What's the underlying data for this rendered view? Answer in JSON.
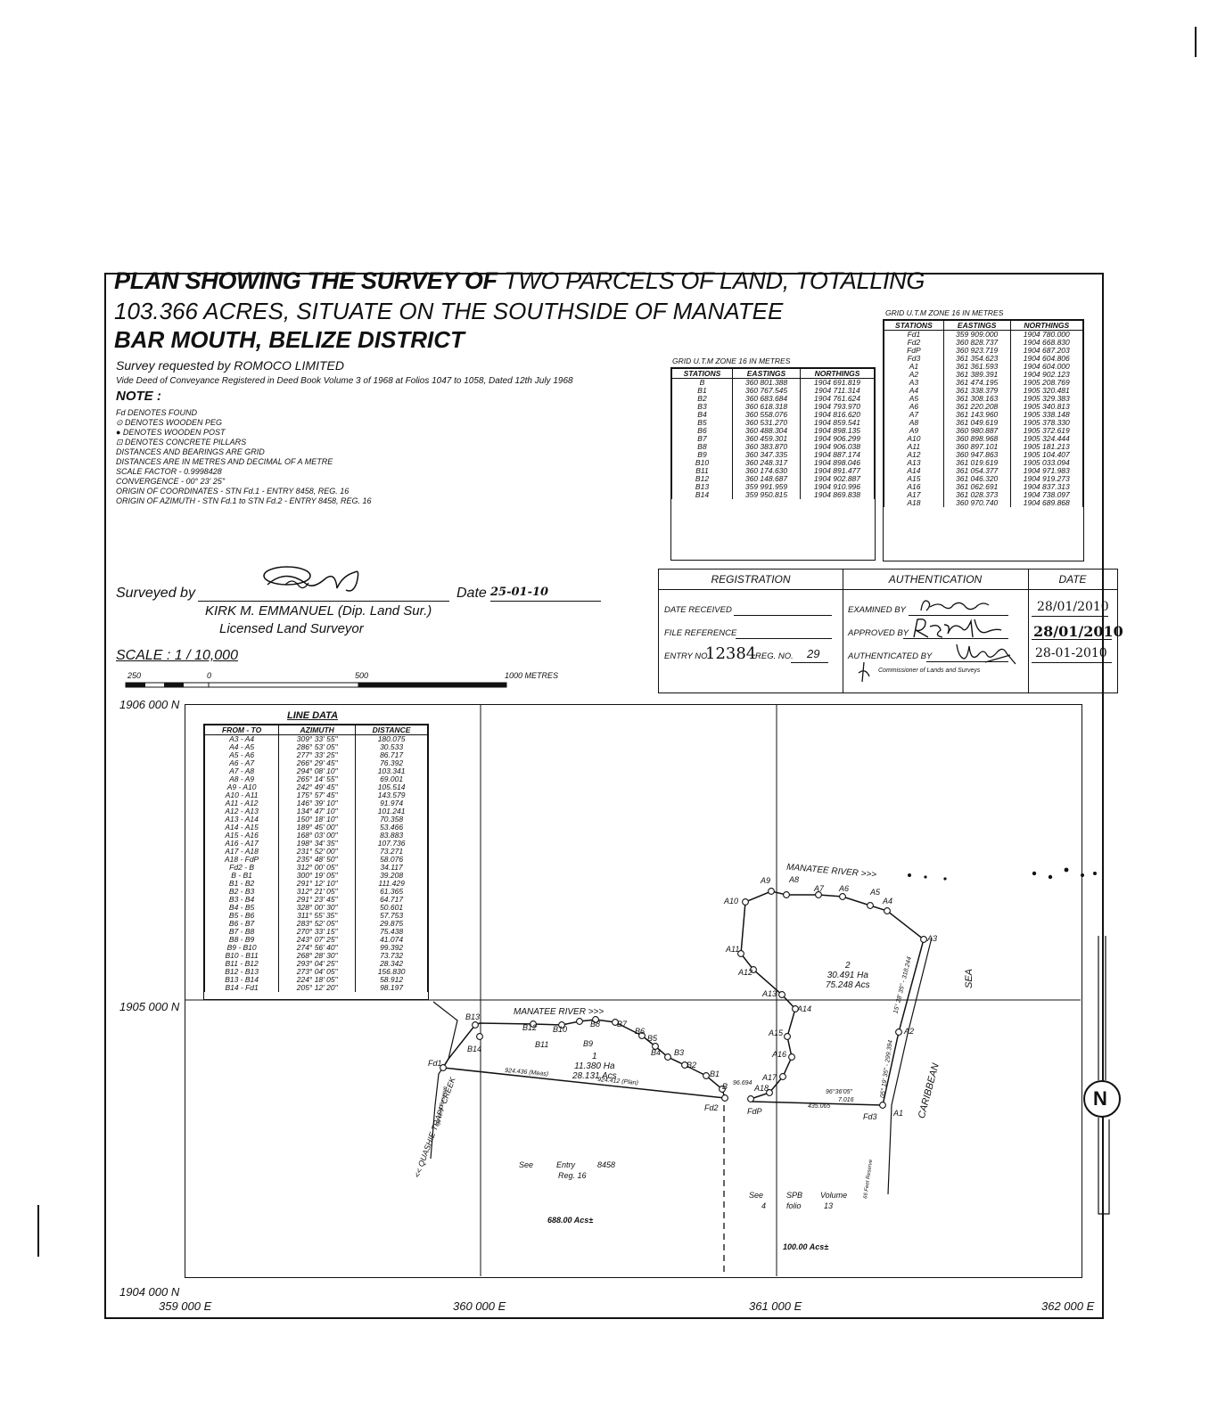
{
  "title": {
    "line1_bold": "PLAN SHOWING THE SURVEY OF",
    "line1_rest": "TWO PARCELS OF LAND, TOTALLING",
    "line2": "103.366 ACRES, SITUATE ON THE SOUTHSIDE OF MANATEE",
    "line3": "BAR MOUTH, BELIZE DISTRICT",
    "requested": "Survey requested by ROMOCO LIMITED",
    "deed": "Vide Deed of Conveyance Registered in Deed Book Volume 3 of 1968 at Folios 1047 to 1058, Dated 12th July 1968"
  },
  "note": {
    "heading": "NOTE :",
    "lines": [
      "Fd    DENOTES FOUND",
      "⊙    DENOTES WOODEN PEG",
      "●    DENOTES WOODEN POST",
      "⊡    DENOTES CONCRETE PILLARS",
      "DISTANCES AND BEARINGS ARE GRID",
      "DISTANCES ARE IN METRES AND DECIMAL OF A METRE",
      "SCALE FACTOR - 0.9998428",
      "CONVERGENCE - 00° 23' 25\"",
      "ORIGIN OF COORDINATES - STN Fd.1 - ENTRY 8458, REG. 16",
      "ORIGIN OF AZIMUTH - STN Fd.1 to STN Fd.2 - ENTRY 8458, REG. 16"
    ]
  },
  "grid_b": {
    "caption": "GRID U.T.M ZONE 16 IN METRES",
    "headers": [
      "STATIONS",
      "EASTINGS",
      "NORTHINGS"
    ],
    "rows": [
      [
        "B",
        "360 801.388",
        "1904 691.819"
      ],
      [
        "B1",
        "360 767.545",
        "1904 711.314"
      ],
      [
        "B2",
        "360 683.684",
        "1904 761.624"
      ],
      [
        "B3",
        "360 618.318",
        "1904 793.970"
      ],
      [
        "B4",
        "360 558.076",
        "1904 816.620"
      ],
      [
        "B5",
        "360 531.270",
        "1904 859.541"
      ],
      [
        "B6",
        "360 488.304",
        "1904 898.135"
      ],
      [
        "B7",
        "360 459.301",
        "1904 906.299"
      ],
      [
        "B8",
        "360 383.870",
        "1904 906.038"
      ],
      [
        "B9",
        "360 347.335",
        "1904 887.174"
      ],
      [
        "B10",
        "360 248.317",
        "1904 898.046"
      ],
      [
        "B11",
        "360 174.630",
        "1904 891.477"
      ],
      [
        "B12",
        "360 148.687",
        "1904 902.887"
      ],
      [
        "B13",
        "359 991.959",
        "1904 910.996"
      ],
      [
        "B14",
        "359 950.815",
        "1904 869.838"
      ]
    ]
  },
  "grid_a": {
    "caption": "GRID U.T.M ZONE 16 IN METRES",
    "headers": [
      "STATIONS",
      "EASTINGS",
      "NORTHINGS"
    ],
    "rows": [
      [
        "Fd1",
        "359 909.000",
        "1904 780.000"
      ],
      [
        "Fd2",
        "360 828.737",
        "1904 668.830"
      ],
      [
        "FdP",
        "360 923.719",
        "1904 687.203"
      ],
      [
        "Fd3",
        "361 354.623",
        "1904 604.806"
      ],
      [
        "A1",
        "361 361.593",
        "1904 604.000"
      ],
      [
        "A2",
        "361 389.391",
        "1904 902.123"
      ],
      [
        "A3",
        "361 474.195",
        "1905 208.769"
      ],
      [
        "A4",
        "361 338.379",
        "1905 320.481"
      ],
      [
        "A5",
        "361 308.163",
        "1905 329.383"
      ],
      [
        "A6",
        "361 220.208",
        "1905 340.813"
      ],
      [
        "A7",
        "361 143.960",
        "1905 338.148"
      ],
      [
        "A8",
        "361 049.619",
        "1905 378.330"
      ],
      [
        "A9",
        "360 980.887",
        "1905 372.619"
      ],
      [
        "A10",
        "360 898.968",
        "1905 324.444"
      ],
      [
        "A11",
        "360 897.101",
        "1905 181.213"
      ],
      [
        "A12",
        "360 947.863",
        "1905 104.407"
      ],
      [
        "A13",
        "361 019.619",
        "1905 033.094"
      ],
      [
        "A14",
        "361 054.377",
        "1904 971.983"
      ],
      [
        "A15",
        "361 046.320",
        "1904 919.273"
      ],
      [
        "A16",
        "361 062.691",
        "1904 837.313"
      ],
      [
        "A17",
        "361 028.373",
        "1904 738.097"
      ],
      [
        "A18",
        "360 970.740",
        "1904 689.868"
      ]
    ]
  },
  "surveyor": {
    "surveyed_by": "Surveyed by",
    "date_label": "Date",
    "date": "25-01-10",
    "name": "KIRK M. EMMANUEL (Dip. Land Sur.)",
    "title": "Licensed Land Surveyor"
  },
  "scale": {
    "label": "SCALE  :  1 / 10,000",
    "ticks": [
      "250",
      "0",
      "500",
      "1000 METRES"
    ]
  },
  "registration": {
    "headers": [
      "REGISTRATION",
      "AUTHENTICATION",
      "DATE"
    ],
    "date_received": "DATE RECEIVED",
    "file_reference": "FILE REFERENCE",
    "entry_no_label": "ENTRY NO.",
    "entry_no": "12384",
    "reg_no_label": "REG. NO.",
    "reg_no": "29",
    "examined_by": "EXAMINED BY",
    "approved_by": "APPROVED BY",
    "authenticated_by": "AUTHENTICATED BY",
    "commissioner": "Commissioner of Lands and Surveys",
    "dates": [
      "28/01/2010",
      "28/01/2010",
      "28-01-2010"
    ]
  },
  "line_data": {
    "title": "LINE DATA",
    "headers": [
      "FROM - TO",
      "AZIMUTH",
      "DISTANCE"
    ],
    "rows": [
      [
        "A3 - A4",
        "309° 33' 55\"",
        "180.075"
      ],
      [
        "A4 - A5",
        "286° 53' 05\"",
        "30.533"
      ],
      [
        "A5 - A6",
        "277° 33' 25\"",
        "86.717"
      ],
      [
        "A6 - A7",
        "266° 29' 45\"",
        "76.392"
      ],
      [
        "A7 - A8",
        "294° 08' 10\"",
        "103.341"
      ],
      [
        "A8 - A9",
        "265° 14' 55\"",
        "69.001"
      ],
      [
        "A9 - A10",
        "242° 49' 45\"",
        "105.514"
      ],
      [
        "A10 - A11",
        "175° 57' 45\"",
        "143.579"
      ],
      [
        "A11 - A12",
        "146° 39' 10\"",
        "91.974"
      ],
      [
        "A12 - A13",
        "134° 47' 10\"",
        "101.241"
      ],
      [
        "A13 - A14",
        "150° 18' 10\"",
        "70.358"
      ],
      [
        "A14 - A15",
        "189° 45' 00\"",
        "53.466"
      ],
      [
        "A15 - A16",
        "168° 03' 00\"",
        "83.883"
      ],
      [
        "A16 - A17",
        "198° 34' 35\"",
        "107.736"
      ],
      [
        "A17 - A18",
        "231° 52' 00\"",
        "73.271"
      ],
      [
        "A18 - FdP",
        "235° 48' 50\"",
        "58.076"
      ],
      [
        "Fd2 - B",
        "312° 00' 05\"",
        "34.117"
      ],
      [
        "B - B1",
        "300° 19' 05\"",
        "39.208"
      ],
      [
        "B1 - B2",
        "291° 12' 10\"",
        "111.429"
      ],
      [
        "B2 - B3",
        "312° 21' 05\"",
        "61.365"
      ],
      [
        "B3 - B4",
        "291° 23' 45\"",
        "64.717"
      ],
      [
        "B4 - B5",
        "328° 00' 30\"",
        "50.601"
      ],
      [
        "B5 - B6",
        "311° 55' 35\"",
        "57.753"
      ],
      [
        "B6 - B7",
        "283° 52' 05\"",
        "29.875"
      ],
      [
        "B7 - B8",
        "270° 33' 15\"",
        "75.438"
      ],
      [
        "B8 - B9",
        "243° 07' 25\"",
        "41.074"
      ],
      [
        "B9 - B10",
        "274° 56' 40\"",
        "99.392"
      ],
      [
        "B10 - B11",
        "268° 28' 30\"",
        "73.732"
      ],
      [
        "B11 - B12",
        "293° 04' 25\"",
        "28.342"
      ],
      [
        "B12 - B13",
        "273° 04' 05\"",
        "156.830"
      ],
      [
        "B13 - B14",
        "224° 18' 05\"",
        "58.912"
      ],
      [
        "B14 - Fd1",
        "205° 12' 20\"",
        "98.197"
      ]
    ]
  },
  "map": {
    "northings": [
      "1906 000 N",
      "1905 000 N",
      "1904 000 N"
    ],
    "eastings": [
      "359 000 E",
      "360 000 E",
      "361 000 E",
      "362 000 E"
    ],
    "manatee_river_1": "MANATEE RIVER >>>",
    "manatee_river_2": "MANATEE RIVER >>>",
    "sea": "SEA",
    "caribbean": "CARIBBEAN",
    "creek": "<< QUASHIE TRAPP CREEK",
    "reserve": "66 Feet Reserve",
    "parcel1": [
      "1",
      "11.380 Ha",
      "28.131 Acs"
    ],
    "parcel2": [
      "2",
      "30.491 Ha",
      "75.248 Acs"
    ],
    "dist_meas": "924.436 (Meas)",
    "dist_plan": "924.412 (Plan)",
    "dist_fdp": "435.065",
    "dist_a18": "96.694",
    "ang_fd3": "96°36'05\"",
    "dist_fd3": "7.016",
    "az_a1a2": "05° 19' 35\" - 299.394",
    "az_a2a3": "15° 28' 35\" - 318.244",
    "entry_note": [
      "See",
      "Entry",
      "8458",
      "Reg. 16"
    ],
    "acres_west": "688.00 Acs±",
    "spb_note": [
      "See",
      "SPB",
      "Volume",
      "4",
      "folio",
      "13"
    ],
    "acres_east": "100.00 Acs±",
    "north": "N"
  }
}
